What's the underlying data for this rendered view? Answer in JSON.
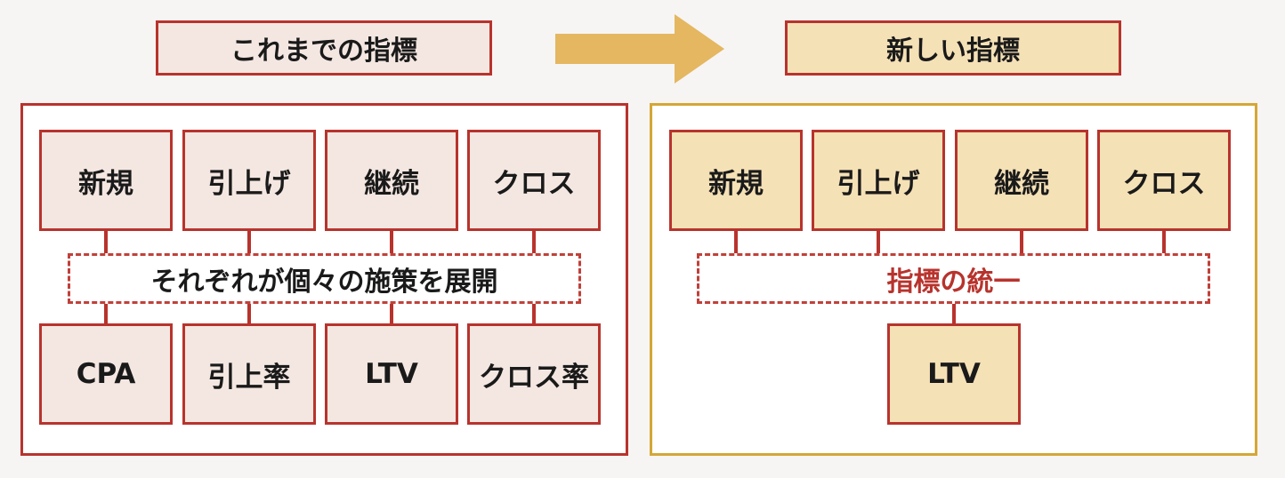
{
  "header": {
    "old_title": "これまでの指標",
    "new_title": "新しい指標"
  },
  "old_panel": {
    "top_cells": [
      "新規",
      "引上げ",
      "継続",
      "クロス"
    ],
    "caption": "それぞれが個々の施策を展開",
    "bottom_cells": [
      "CPA",
      "引上率",
      "LTV",
      "クロス率"
    ]
  },
  "new_panel": {
    "top_cells": [
      "新規",
      "引上げ",
      "継続",
      "クロス"
    ],
    "caption": "指標の統一",
    "bottom_cell": "LTV"
  },
  "colors": {
    "background": "#f7f4f4",
    "red_border": "#b8332d",
    "gold_border": "#d4a735",
    "old_fill": "#f4e7e1",
    "new_fill": "#f5e1b6",
    "arrow": "#e4b760",
    "caption_red": "#b8332d"
  },
  "icons": {
    "transition": "arrow-right-icon"
  }
}
